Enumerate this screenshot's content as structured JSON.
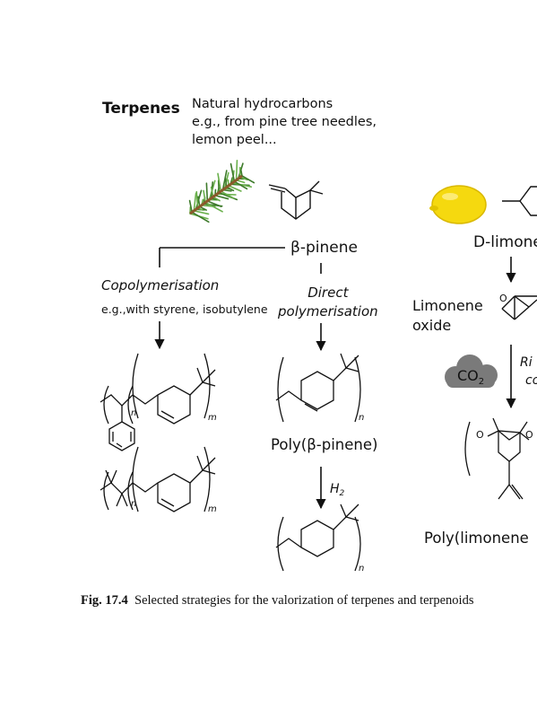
{
  "header": {
    "title": "Terpenes",
    "description": [
      "Natural hydrocarbons",
      "e.g., from pine tree needles,",
      "lemon peel..."
    ]
  },
  "compounds": {
    "beta_pinene": "β-pinene",
    "d_limonene": "D-limone",
    "limonene_oxide": [
      "Limonene",
      "oxide"
    ],
    "poly_beta_pinene": "Poly(β-pinene)",
    "poly_limonene": "Poly(limonene"
  },
  "routes": {
    "copolymerisation": "Copolymerisation",
    "copolymerisation_example": "e.g.,with styrene, isobutylene",
    "direct": [
      "Direct",
      "polymerisation"
    ],
    "hydrogenation": "H",
    "hydrogenation_sub": "2",
    "ring_partial": [
      "Ri",
      "co"
    ]
  },
  "reagents": {
    "co2": "CO",
    "co2_sub": "2"
  },
  "subscripts": {
    "n": "n",
    "m": "m"
  },
  "caption": {
    "label": "Fig. 17.4",
    "text": "Selected strategies for the valorization of terpenes and terpenoids"
  },
  "colors": {
    "pine_needle": "#3d7a2a",
    "pine_needle_light": "#6ab04c",
    "pine_branch": "#8a5a2b",
    "lemon": "#f5d90f",
    "lemon_shade": "#d9b800",
    "cloud": "#7a7a7a",
    "ink": "#111111"
  }
}
